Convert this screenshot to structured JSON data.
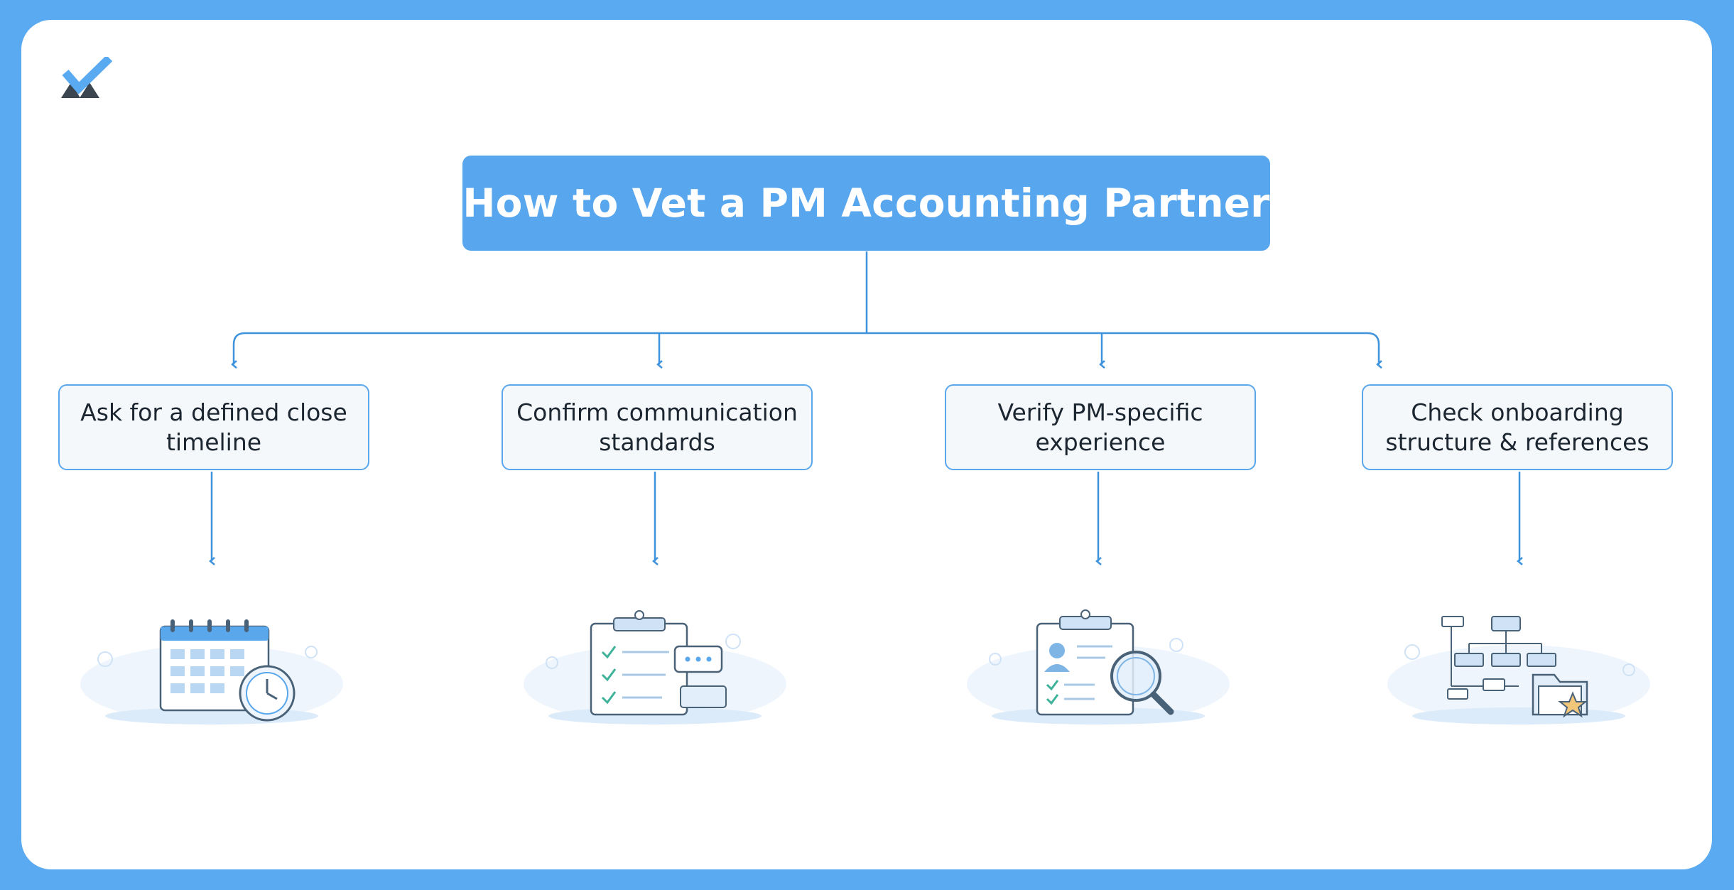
{
  "title": "How to Vet a PM Accounting Partner",
  "steps": [
    {
      "label": "Ask for a defined close timeline",
      "icon": "calendar-clock-icon"
    },
    {
      "label": "Confirm communication standards",
      "icon": "checklist-chat-icon"
    },
    {
      "label": "Verify PM-specific experience",
      "icon": "profile-magnifier-icon"
    },
    {
      "label": "Check onboarding structure & references",
      "icon": "orgchart-folder-star-icon"
    }
  ],
  "colors": {
    "frame": "#5aaaf2",
    "accent": "#58a7ee",
    "connector": "#3f93dc",
    "step_bg": "#f4f8fb",
    "text": "#1c2630"
  }
}
